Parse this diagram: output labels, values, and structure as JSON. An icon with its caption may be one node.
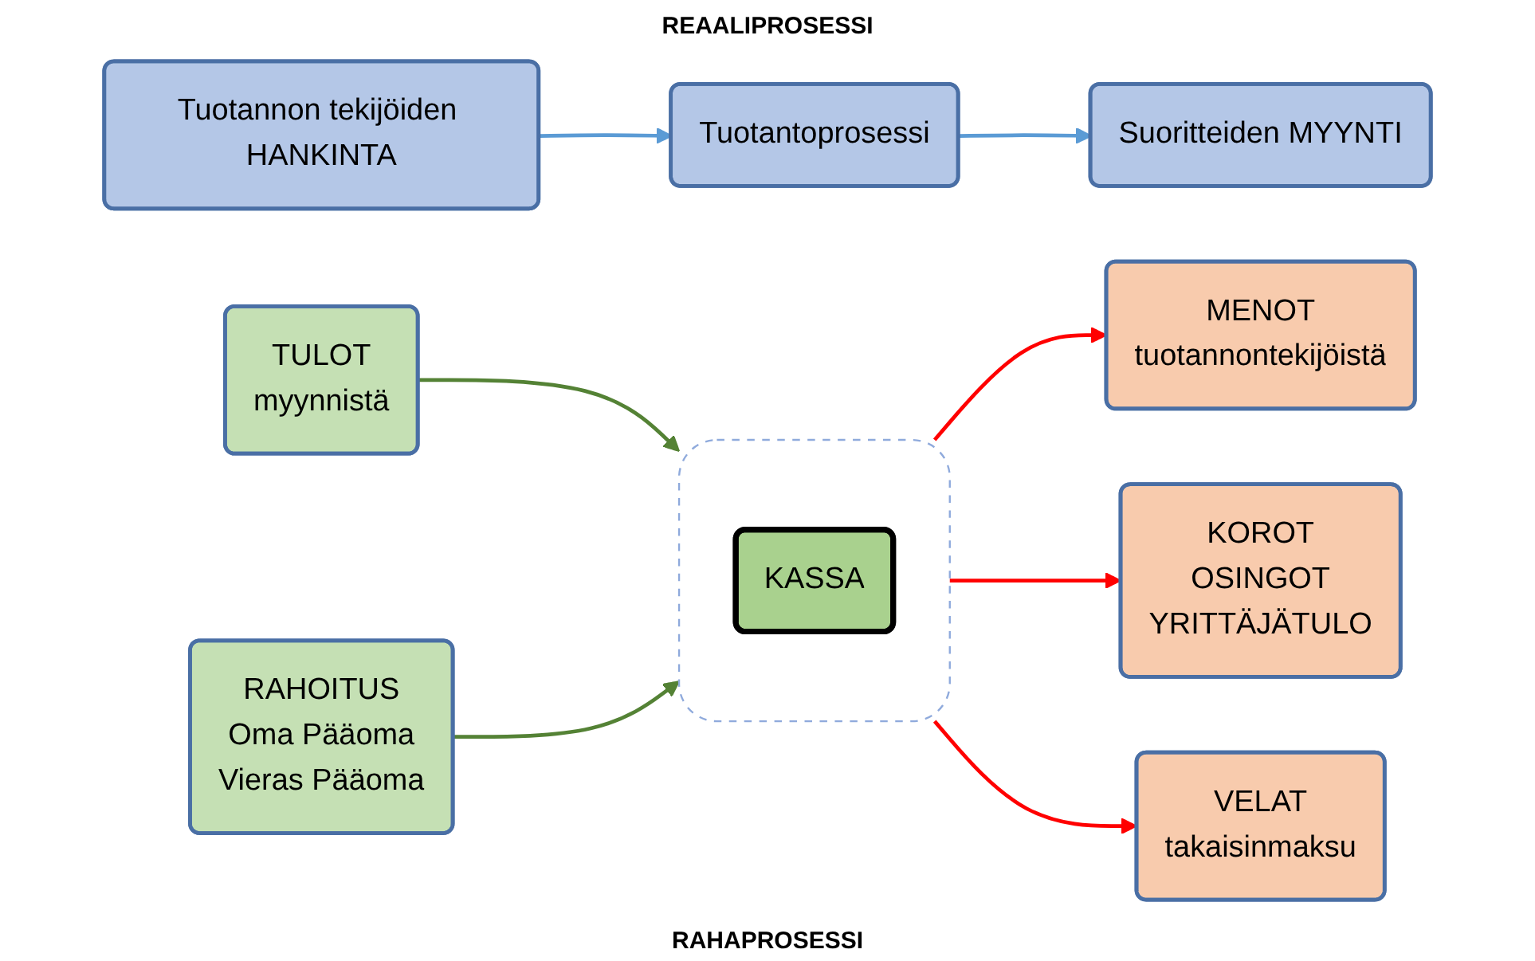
{
  "diagram": {
    "title": "REAALIPROSESSI",
    "caption": "RAHAPROSESSI",
    "nodes": [
      {
        "text": [
          "Tuotannon tekijöiden HANKINTA"
        ]
      },
      {
        "text": [
          "Tuotantoprosessi"
        ]
      },
      {
        "text": [
          "Suoritteiden MYYNTI"
        ]
      },
      {
        "text": [
          "MENOT",
          "tuotannontekijöistä"
        ]
      },
      {
        "text": [],
        "shape": "box"
      },
      {
        "text": [
          "KASSA"
        ],
        "in": 4
      },
      {
        "text": [
          "TULOT",
          "myynnistä"
        ]
      },
      {
        "text": [
          "KOROT",
          "OSINGOT",
          "YRITTÄJÄTULO"
        ]
      },
      {
        "text": [
          "VELAT",
          "takaisinmaksu"
        ]
      },
      {
        "text": [
          "RAHOITUS",
          "Oma Pääoma",
          "Vieras Pääoma"
        ]
      }
    ],
    "edges": [
      {
        "from": 0,
        "to": 1,
        "arrow": "to",
        "color": "#5b9bd5"
      },
      {
        "from": 1,
        "to": 2,
        "arrow": "to",
        "color": "#5b9bd5"
      },
      {
        "from": 4,
        "to": 3,
        "arrow": "to",
        "color": "#ff0000"
      },
      {
        "from": 6,
        "to": 4,
        "arrow": "to",
        "color": "#548235"
      },
      {
        "from": 4,
        "to": 7,
        "arrow": "to",
        "color": "#ff0000"
      },
      {
        "from": 4,
        "to": 8,
        "arrow": "to",
        "color": "#ff0000"
      },
      {
        "from": 9,
        "to": 4,
        "arrow": "to",
        "color": "#548235"
      }
    ]
  }
}
